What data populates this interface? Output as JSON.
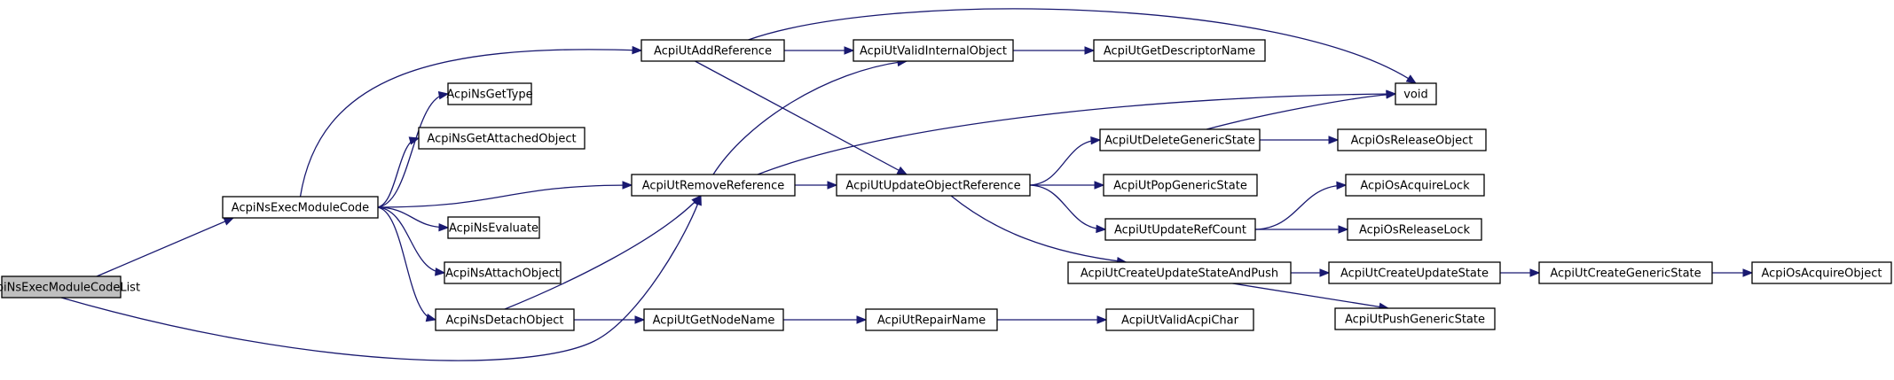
{
  "diagram": {
    "colors": {
      "edge": "#191970",
      "root_fill": "#bfbfbf",
      "node_fill": "#ffffff",
      "border": "#000000"
    },
    "nodes": [
      {
        "id": "root",
        "label": "AcpiNsExecModuleCodeList"
      },
      {
        "id": "nsexec",
        "label": "AcpiNsExecModuleCode"
      },
      {
        "id": "addref",
        "label": "AcpiUtAddReference"
      },
      {
        "id": "gettype",
        "label": "AcpiNsGetType"
      },
      {
        "id": "getattached",
        "label": "AcpiNsGetAttachedObject"
      },
      {
        "id": "removeref",
        "label": "AcpiUtRemoveReference"
      },
      {
        "id": "evaluate",
        "label": "AcpiNsEvaluate"
      },
      {
        "id": "attach",
        "label": "AcpiNsAttachObject"
      },
      {
        "id": "detach",
        "label": "AcpiNsDetachObject"
      },
      {
        "id": "validinternal",
        "label": "AcpiUtValidInternalObject"
      },
      {
        "id": "getdesc",
        "label": "AcpiUtGetDescriptorName"
      },
      {
        "id": "void",
        "label": "void"
      },
      {
        "id": "updateobj",
        "label": "AcpiUtUpdateObjectReference"
      },
      {
        "id": "delgeneric",
        "label": "AcpiUtDeleteGenericState"
      },
      {
        "id": "osrelobj",
        "label": "AcpiOsReleaseObject"
      },
      {
        "id": "popgeneric",
        "label": "AcpiUtPopGenericState"
      },
      {
        "id": "osacqlock",
        "label": "AcpiOsAcquireLock"
      },
      {
        "id": "refcount",
        "label": "AcpiUtUpdateRefCount"
      },
      {
        "id": "osrellock",
        "label": "AcpiOsReleaseLock"
      },
      {
        "id": "createpush",
        "label": "AcpiUtCreateUpdateStateAndPush"
      },
      {
        "id": "createupdate",
        "label": "AcpiUtCreateUpdateState"
      },
      {
        "id": "creategeneric",
        "label": "AcpiUtCreateGenericState"
      },
      {
        "id": "osacqobj",
        "label": "AcpiOsAcquireObject"
      },
      {
        "id": "pushgeneric",
        "label": "AcpiUtPushGenericState"
      },
      {
        "id": "getnodename",
        "label": "AcpiUtGetNodeName"
      },
      {
        "id": "repairname",
        "label": "AcpiUtRepairName"
      },
      {
        "id": "validchar",
        "label": "AcpiUtValidAcpiChar"
      }
    ],
    "edges": [
      {
        "from": "root",
        "to": "nsexec"
      },
      {
        "from": "root",
        "to": "removeref"
      },
      {
        "from": "nsexec",
        "to": "addref"
      },
      {
        "from": "nsexec",
        "to": "gettype"
      },
      {
        "from": "nsexec",
        "to": "getattached"
      },
      {
        "from": "nsexec",
        "to": "removeref"
      },
      {
        "from": "nsexec",
        "to": "evaluate"
      },
      {
        "from": "nsexec",
        "to": "attach"
      },
      {
        "from": "nsexec",
        "to": "detach"
      },
      {
        "from": "addref",
        "to": "validinternal"
      },
      {
        "from": "addref",
        "to": "void"
      },
      {
        "from": "addref",
        "to": "updateobj"
      },
      {
        "from": "validinternal",
        "to": "getdesc"
      },
      {
        "from": "removeref",
        "to": "validinternal"
      },
      {
        "from": "removeref",
        "to": "void"
      },
      {
        "from": "removeref",
        "to": "updateobj"
      },
      {
        "from": "detach",
        "to": "removeref"
      },
      {
        "from": "detach",
        "to": "getnodename"
      },
      {
        "from": "updateobj",
        "to": "delgeneric"
      },
      {
        "from": "updateobj",
        "to": "popgeneric"
      },
      {
        "from": "updateobj",
        "to": "refcount"
      },
      {
        "from": "updateobj",
        "to": "createpush"
      },
      {
        "from": "delgeneric",
        "to": "void"
      },
      {
        "from": "delgeneric",
        "to": "osrelobj"
      },
      {
        "from": "refcount",
        "to": "osacqlock"
      },
      {
        "from": "refcount",
        "to": "osrellock"
      },
      {
        "from": "createpush",
        "to": "createupdate"
      },
      {
        "from": "createpush",
        "to": "pushgeneric"
      },
      {
        "from": "createupdate",
        "to": "creategeneric"
      },
      {
        "from": "creategeneric",
        "to": "osacqobj"
      },
      {
        "from": "getnodename",
        "to": "repairname"
      },
      {
        "from": "repairname",
        "to": "validchar"
      }
    ]
  }
}
